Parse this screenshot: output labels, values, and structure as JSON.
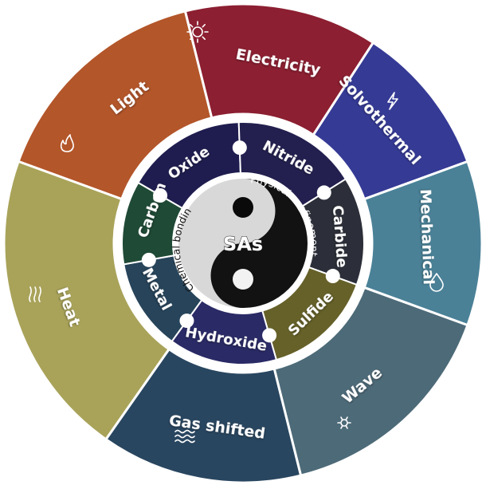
{
  "diagram": {
    "core": {
      "label": "SAs",
      "right_arc_text": "Physical confinement",
      "left_arc_text": "Chemical bonding"
    },
    "inner_ring": [
      {
        "label": "Oxide",
        "color": "#1f1d4f"
      },
      {
        "label": "Nitride",
        "color": "#23204f"
      },
      {
        "label": "Carbide",
        "color": "#2c2f39"
      },
      {
        "label": "Sulfide",
        "color": "#666129"
      },
      {
        "label": "Hydroxide",
        "color": "#2a2a66"
      },
      {
        "label": "Metal",
        "color": "#27445a"
      },
      {
        "label": "Carbon",
        "color": "#1f4a36"
      }
    ],
    "outer_ring": [
      {
        "label": "Light",
        "color": "#b3562a",
        "icon": "sun-icon"
      },
      {
        "label": "Electricity",
        "color": "#8c1f31",
        "icon": "lightning-icon"
      },
      {
        "label": "Solvothermal",
        "color": "#353a95",
        "icon": "droplet-icon"
      },
      {
        "label": "Mechanical",
        "color": "#4a8197",
        "icon": "gear-icon"
      },
      {
        "label": "Wave",
        "color": "#4d6a78",
        "icon": "wave-icon"
      },
      {
        "label": "Gas shifted",
        "color": "#294660",
        "icon": "gas-icon"
      },
      {
        "label": "Heat",
        "color": "#a9a35a",
        "icon": "flame-icon"
      }
    ]
  }
}
